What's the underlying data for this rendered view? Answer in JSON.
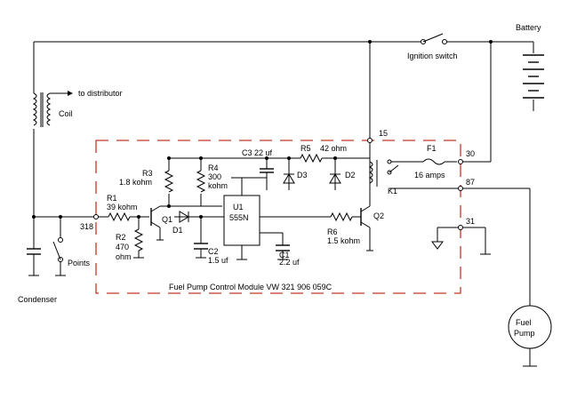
{
  "labels": {
    "battery": "Battery",
    "ignition_switch": "Ignition switch",
    "to_distributor": "to distributor",
    "coil": "Coil",
    "condenser": "Condenser",
    "points": "Points",
    "terminal_318": "318",
    "terminal_15": "15",
    "terminal_30": "30",
    "terminal_87": "87",
    "terminal_31": "31",
    "module_title": "Fuel Pump Control Module   VW 321 906 059C",
    "fuel_pump": [
      "Fuel",
      "Pump"
    ],
    "r1": [
      "R1",
      "39 kohm"
    ],
    "r2": [
      "R2",
      "470",
      "ohm"
    ],
    "r3": [
      "R3",
      "1.8 kohm"
    ],
    "r4": [
      "R4",
      "300",
      "kohm"
    ],
    "r5": [
      "R5",
      "42 ohm"
    ],
    "r6": [
      "R6",
      "1.5 kohm"
    ],
    "c1": [
      "C1",
      "2.2 uf"
    ],
    "c2": [
      "C2",
      "1.5 uf"
    ],
    "c3": "C3  22 uf",
    "d1": "D1",
    "d2": "D2",
    "d3": "D3",
    "q1": "Q1",
    "q2": "Q2",
    "k1": "K1",
    "u1": [
      "U1",
      "555N"
    ],
    "f1": [
      "F1",
      "16 amps"
    ]
  }
}
